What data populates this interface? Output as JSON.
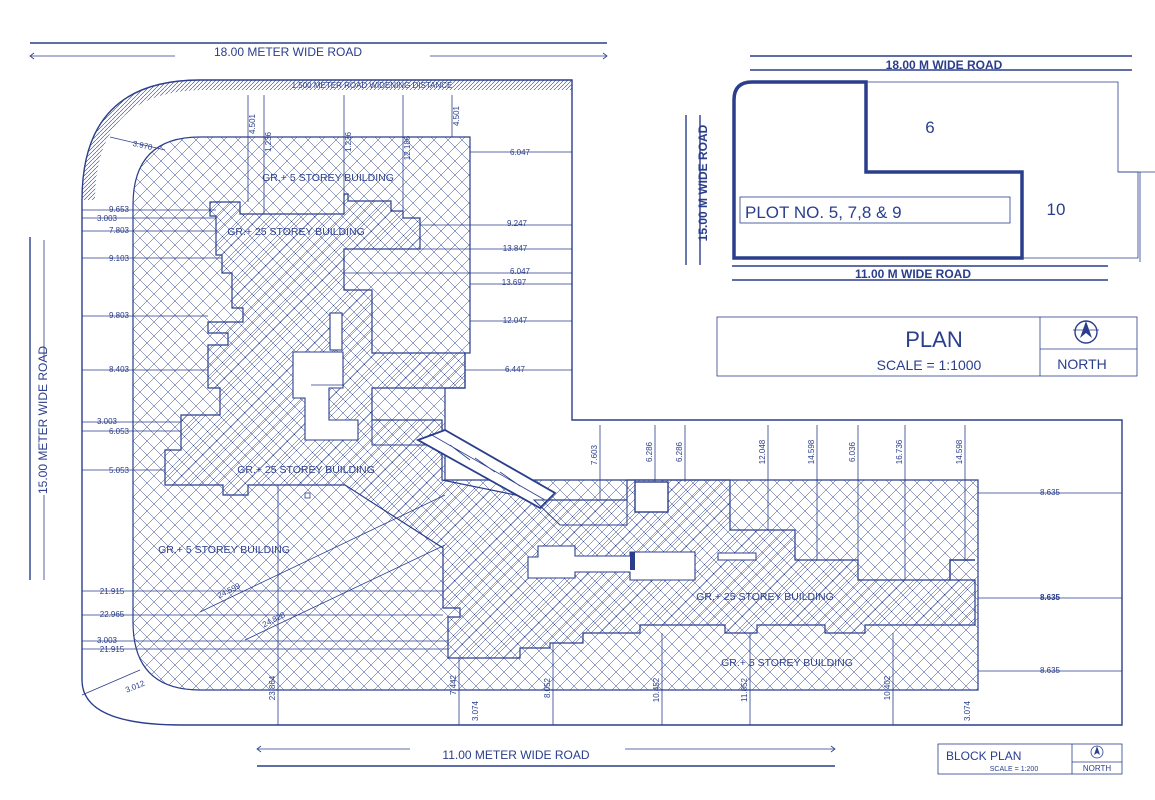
{
  "roads": {
    "top": "18.00 METER WIDE ROAD",
    "left": "15.00 METER WIDE ROAD",
    "bottom": "11.00 METER WIDE ROAD",
    "setback_note": "1.500 METER ROAD WIDENING DISTANCE"
  },
  "buildings": {
    "gr5_top": "GR.+ 5 STOREY BUILDING",
    "gr25_top": "GR.+ 25 STOREY BUILDING",
    "gr25_mid": "GR.+ 25 STOREY BUILDING",
    "gr5_left": "GR.+ 5 STOREY BUILDING",
    "gr25_right": "GR.+ 25 STOREY BUILDING",
    "gr5_bottom": "GR.+ 5 STOREY BUILDING"
  },
  "dims_top": [
    "4.501",
    "1.236",
    "1.236",
    "12.186",
    "4.501"
  ],
  "dims_right_upper": [
    "6.047",
    "9.247",
    "13.847",
    "6.047",
    "13.697",
    "12.047",
    "6.447"
  ],
  "dims_left": [
    "3.970",
    "9.653",
    "3.003",
    "7.803",
    "9.103",
    "9.803",
    "8.403",
    "3.003",
    "6.053",
    "5.053",
    "21.915",
    "22.965",
    "3.003",
    "21.915",
    "3.012"
  ],
  "dims_diag": [
    "24.599",
    "24.828"
  ],
  "dims_mid_top": [
    "7.603",
    "6.286",
    "6.286",
    "12.048",
    "14.598",
    "6.036",
    "16.736",
    "14.598"
  ],
  "dims_right_lower": [
    "8.635",
    "8.635",
    "8.635"
  ],
  "dims_bottom": [
    "23.864",
    "7.442",
    "3.074",
    "8.052",
    "10.452",
    "11.852",
    "10.402",
    "3.074"
  ],
  "key_plan": {
    "top_road": "18.00 M   WIDE  ROAD",
    "left_road": "15.00 M   WIDE ROAD",
    "bottom_road": "11.00 M   WIDE  ROAD",
    "plot": "PLOT NO. 5, 7,8 & 9",
    "plot6": "6",
    "plot10": "10"
  },
  "plan_box": {
    "title": "PLAN",
    "scale": "SCALE = 1:1000",
    "north": "NORTH"
  },
  "block_plan_box": {
    "title": "BLOCK PLAN",
    "scale": "SCALE = 1:200",
    "north": "NORTH"
  }
}
